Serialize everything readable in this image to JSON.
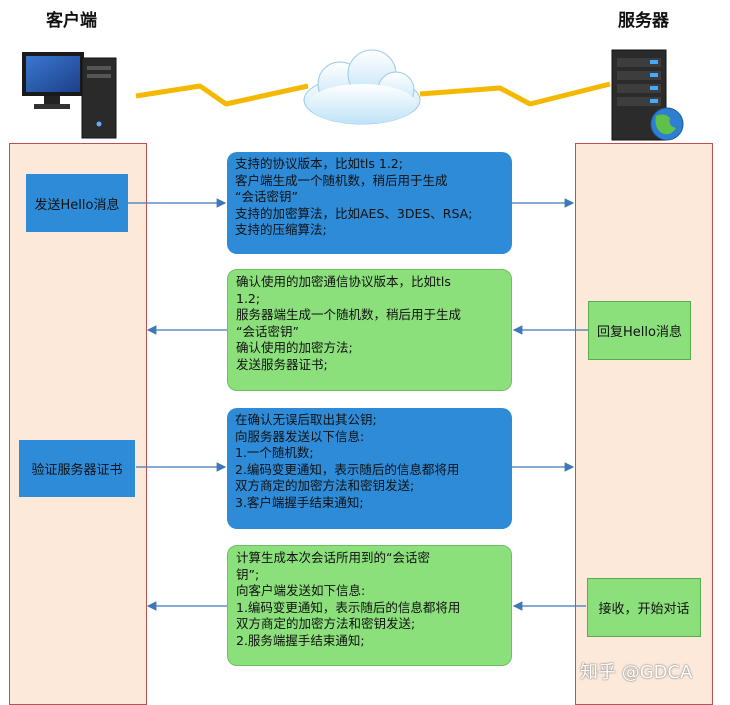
{
  "client": {
    "title": "客户端"
  },
  "server": {
    "title": "服务器"
  },
  "steps": {
    "send_hello": "发送Hello消息",
    "reply_hello": "回复Hello消息",
    "verify_cert": "验证服务器证书",
    "receive": "接收，开始对话"
  },
  "messages": [
    {
      "text": "支持的协议版本，比如tls 1.2;\n客户端生成一个随机数，稍后用于生成\n“会话密钥”\n支持的加密算法，比如AES、3DES、RSA;\n支持的压缩算法;"
    },
    {
      "text": "确认使用的加密通信协议版本，比如tls\n1.2;\n服务器端生成一个随机数，稍后用于生成\n“会话密钥”\n确认使用的加密方法;\n发送服务器证书;"
    },
    {
      "text": "在确认无误后取出其公钥;\n向服务器发送以下信息:\n1.一个随机数;\n2.编码变更通知，表示随后的信息都将用\n双方商定的加密方法和密钥发送;\n3.客户端握手结束通知;"
    },
    {
      "text": "计算生成本次会话所用到的“会话密\n钥”;\n向客户端发送如下信息:\n1.编码变更通知，表示随后的信息都将用\n双方商定的加密方法和密钥发送;\n2.服务端握手结束通知;"
    }
  ],
  "watermark": "知乎 @GDCA",
  "colors": {
    "blue": "#2e8bd8",
    "green": "#8be07c",
    "column": "#fde9d9",
    "arrow": "#3d78b8",
    "lightning": "#f5b800"
  }
}
